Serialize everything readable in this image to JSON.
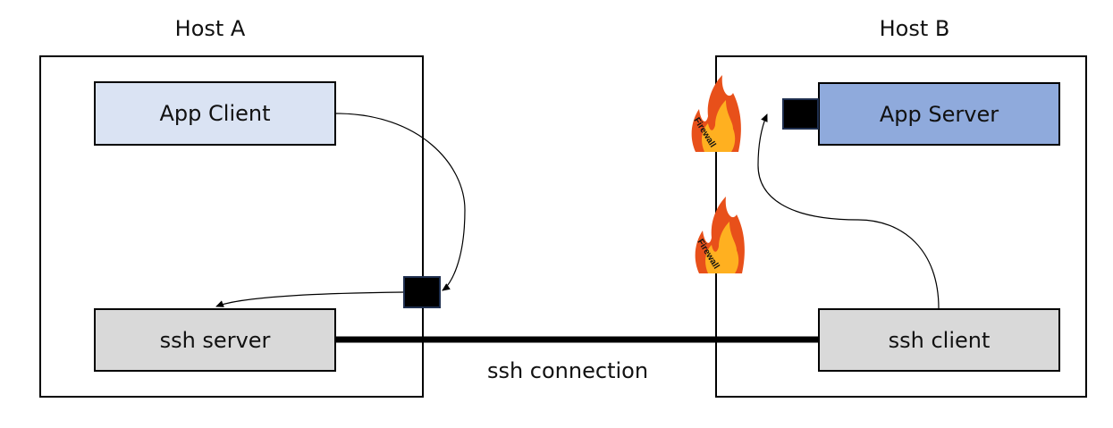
{
  "host_a": {
    "title": "Host A"
  },
  "host_b": {
    "title": "Host B"
  },
  "nodes": {
    "app_client": "App Client",
    "ssh_server": "ssh server",
    "app_server": "App Server",
    "ssh_client": "ssh client"
  },
  "connection_label": "ssh connection",
  "firewall_label": "Firewall",
  "colors": {
    "app_client_fill": "#dae3f3",
    "app_server_fill": "#8faadc",
    "ssh_fill": "#d9d9d9",
    "port_fill": "#000000",
    "flame_outer": "#e8501a",
    "flame_inner": "#ffb020"
  },
  "icons": [
    "firewall-icon",
    "firewall-icon",
    "port-icon",
    "port-icon"
  ]
}
